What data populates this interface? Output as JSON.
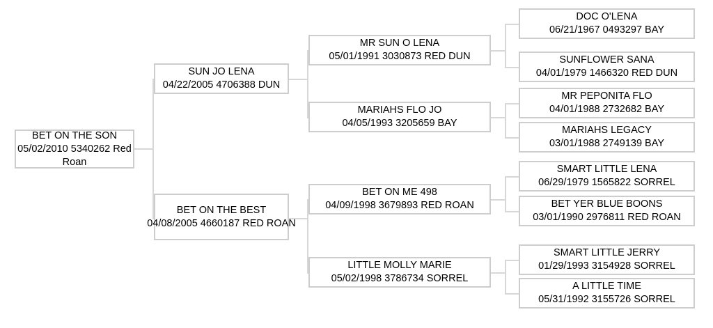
{
  "chart_data": {
    "type": "diagram",
    "title": "",
    "diagram_kind": "pedigree-tree",
    "orientation": "left-to-right",
    "generations": 4,
    "colors": {
      "box_border": "#cdcdcd",
      "box_fill": "#ffffff",
      "connector": "#d7d7d7",
      "text": "#000000"
    }
  },
  "nodes": {
    "root": {
      "name": "BET ON THE SON",
      "info": "05/02/2010 5340262 Red Roan",
      "date": "05/02/2010",
      "registration": "5340262",
      "color": "Red Roan",
      "generation": 1
    },
    "sire": {
      "name": "SUN JO LENA",
      "info": "04/22/2005 4706388 DUN",
      "date": "04/22/2005",
      "registration": "4706388",
      "color": "DUN",
      "generation": 2
    },
    "dam": {
      "name": "BET ON THE BEST",
      "info": "04/08/2005 4660187 RED ROAN",
      "date": "04/08/2005",
      "registration": "4660187",
      "color": "RED ROAN",
      "generation": 2
    },
    "sire_sire": {
      "name": "MR SUN O LENA",
      "info": "05/01/1991 3030873 RED DUN",
      "date": "05/01/1991",
      "registration": "3030873",
      "color": "RED DUN",
      "generation": 3
    },
    "sire_dam": {
      "name": "MARIAHS FLO JO",
      "info": "04/05/1993 3205659 BAY",
      "date": "04/05/1993",
      "registration": "3205659",
      "color": "BAY",
      "generation": 3
    },
    "dam_sire": {
      "name": "BET ON ME 498",
      "info": "04/09/1998 3679893 RED ROAN",
      "date": "04/09/1998",
      "registration": "3679893",
      "color": "RED ROAN",
      "generation": 3
    },
    "dam_dam": {
      "name": "LITTLE MOLLY MARIE",
      "info": "05/02/1998 3786734 SORREL",
      "date": "05/02/1998",
      "registration": "3786734",
      "color": "SORREL",
      "generation": 3
    },
    "g4_1": {
      "name": "DOC O'LENA",
      "info": "06/21/1967 0493297 BAY",
      "date": "06/21/1967",
      "registration": "0493297",
      "color": "BAY",
      "generation": 4
    },
    "g4_2": {
      "name": "SUNFLOWER SANA",
      "info": "04/01/1979 1466320 RED DUN",
      "date": "04/01/1979",
      "registration": "1466320",
      "color": "RED DUN",
      "generation": 4
    },
    "g4_3": {
      "name": "MR PEPONITA FLO",
      "info": "04/01/1988 2732682 BAY",
      "date": "04/01/1988",
      "registration": "2732682",
      "color": "BAY",
      "generation": 4
    },
    "g4_4": {
      "name": "MARIAHS LEGACY",
      "info": "03/01/1988 2749139 BAY",
      "date": "03/01/1988",
      "registration": "2749139",
      "color": "BAY",
      "generation": 4
    },
    "g4_5": {
      "name": "SMART LITTLE LENA",
      "info": "06/29/1979 1565822 SORREL",
      "date": "06/29/1979",
      "registration": "1565822",
      "color": "SORREL",
      "generation": 4
    },
    "g4_6": {
      "name": "BET YER BLUE BOONS",
      "info": "03/01/1990 2976811 RED ROAN",
      "date": "03/01/1990",
      "registration": "2976811",
      "color": "RED ROAN",
      "generation": 4
    },
    "g4_7": {
      "name": "SMART LITTLE JERRY",
      "info": "01/29/1993 3154928 SORREL",
      "date": "01/29/1993",
      "registration": "3154928",
      "color": "SORREL",
      "generation": 4
    },
    "g4_8": {
      "name": "A LITTLE TIME",
      "info": "05/31/1992 3155726 SORREL",
      "date": "05/31/1992",
      "registration": "3155726",
      "color": "SORREL",
      "generation": 4
    }
  }
}
